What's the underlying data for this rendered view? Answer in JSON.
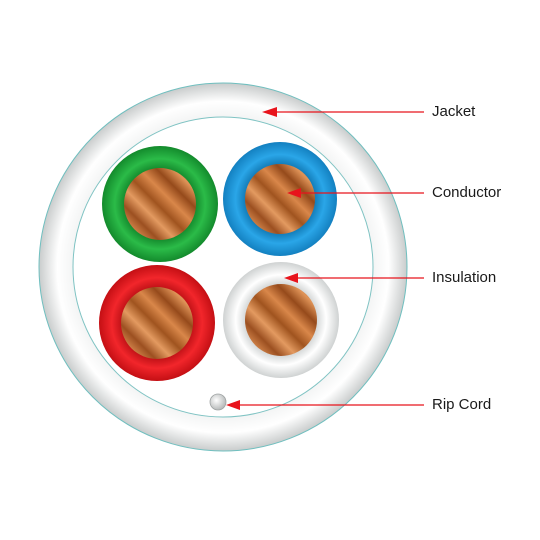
{
  "labels": {
    "jacket": "Jacket",
    "conductor": "Conductor",
    "insulation": "Insulation",
    "rip_cord": "Rip Cord"
  },
  "colors": {
    "jacket": "#e9ecec",
    "jacket_outline": "#7fc3c3",
    "pair_green": "#1fa33a",
    "pair_blue": "#1e93d6",
    "pair_red": "#e3161b",
    "pair_white": "#eceeee",
    "copper": "#c8753a",
    "leader_line": "#e8141c"
  }
}
